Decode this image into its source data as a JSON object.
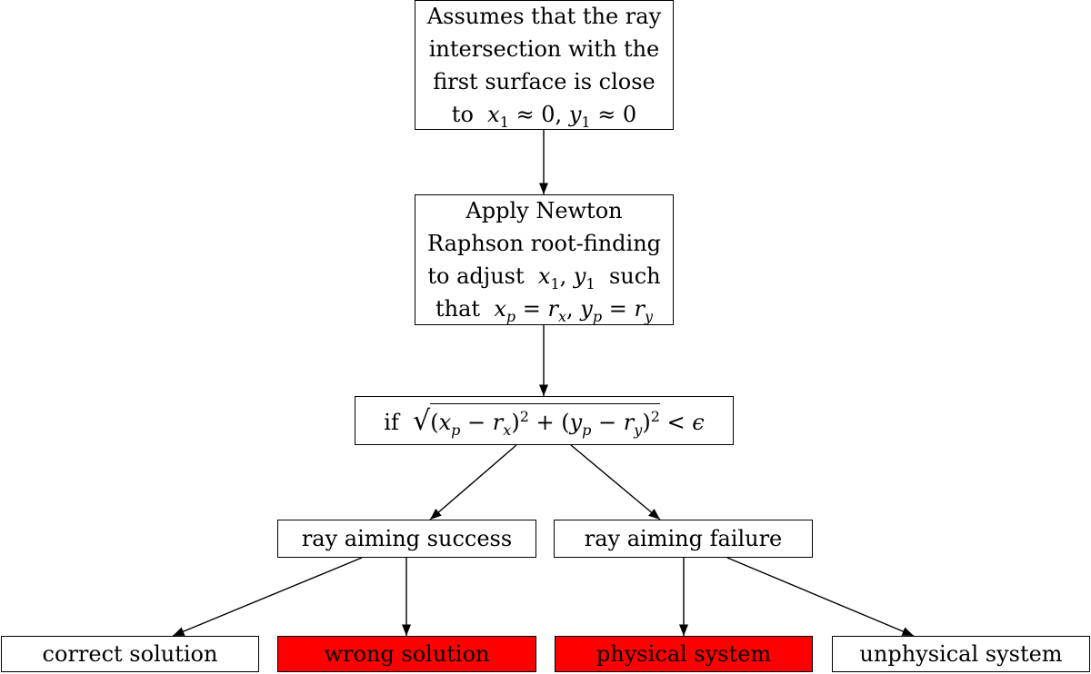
{
  "nodes": {
    "assume": {
      "line1": "Assumes that the ray",
      "line2": "intersection with the",
      "line3": "first surface is close",
      "line4_prefix": "to"
    },
    "newton": {
      "line1": "Apply Newton",
      "line2": "Raphson root-finding",
      "line3_prefix": "to adjust",
      "line3_suffix": "such",
      "line4_prefix": "that"
    },
    "condition": {
      "prefix": "if"
    },
    "success": {
      "label": "ray aiming success"
    },
    "failure": {
      "label": "ray aiming failure"
    },
    "correct": {
      "label": "correct solution"
    },
    "wrong": {
      "label": "wrong solution"
    },
    "physical": {
      "label": "physical system"
    },
    "unphysical": {
      "label": "unphysical system"
    }
  },
  "colors": {
    "highlight": "#ff0000",
    "border": "#000000",
    "background": "#ffffff"
  }
}
